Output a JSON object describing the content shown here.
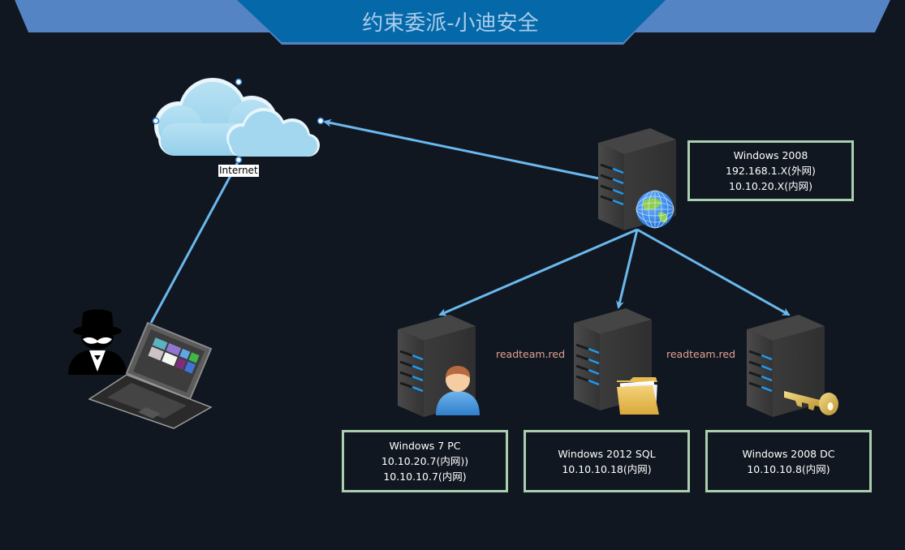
{
  "header": {
    "title": "约束委派-小迪安全",
    "colors": {
      "bar_light": "#5584c4",
      "bar_center": "#0568a8",
      "background": "#111720"
    }
  },
  "internet": {
    "label": "Internet",
    "icon": "cloud-icon"
  },
  "attacker": {
    "icons": [
      "spy-icon",
      "laptop-icon"
    ]
  },
  "gateway": {
    "icon": "server-globe-icon",
    "info": [
      "Windows 2008",
      "192.168.1.X(外网)",
      "10.10.20.X(内网)"
    ]
  },
  "hosts": [
    {
      "icon": "server-user-icon",
      "info": [
        "Windows 7 PC",
        "10.10.20.7(内网))",
        "10.10.10.7(内网)"
      ]
    },
    {
      "icon": "server-folder-icon",
      "info": [
        "Windows 2012 SQL",
        "10.10.10.18(内网)"
      ]
    },
    {
      "icon": "server-key-icon",
      "info": [
        "Windows 2008 DC",
        "10.10.10.8(内网)"
      ]
    }
  ],
  "domain_labels": [
    "readteam.red",
    "readteam.red"
  ],
  "connector_color": "#6ab8ee",
  "box_border_color": "#a9cfaf"
}
